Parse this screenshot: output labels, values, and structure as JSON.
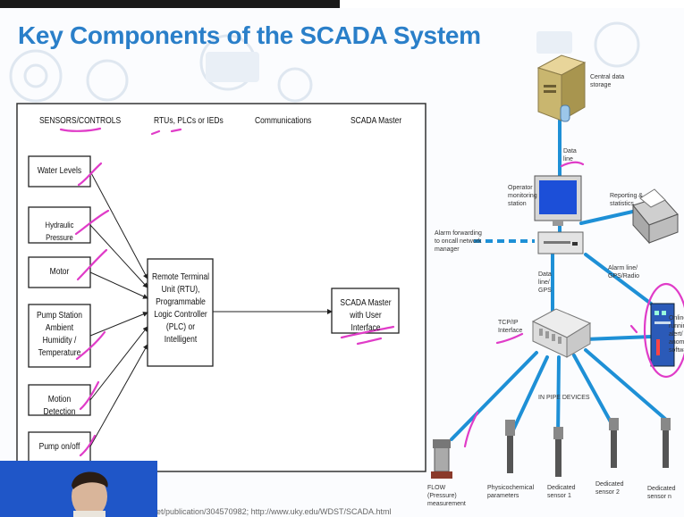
{
  "slide": {
    "title": "Key Components of the SCADA System",
    "footer": "et/publication/304570982; http://www.uky.edu/WDST/SCADA.html"
  },
  "left_diagram": {
    "headers": {
      "sensors": "SENSORS/CONTROLS",
      "rtus": "RTUs, PLCs or IEDs",
      "communications": "Communications",
      "master": "SCADA Master"
    },
    "sensors": [
      {
        "label": "Water Levels"
      },
      {
        "label": "Hydraulic Pressure"
      },
      {
        "label": "Motor"
      },
      {
        "label": "Pump Station Ambient Humidity / Temperature"
      },
      {
        "label": "Motion Detection"
      },
      {
        "label": "Pump on/off"
      }
    ],
    "rtu_box": "Remote Terminal Unit (RTU), Programmable Logic Controller (PLC) or Intelligent",
    "master_box": "SCADA Master with User Interface"
  },
  "right_diagram": {
    "central_storage": "Central data storage",
    "data_line_top": "Data line",
    "operator_station": "Operator monitoring station",
    "reporting": "Reporting & statistics",
    "alarm_forwarding": "Alarm forwarding to oncall network manager",
    "data_line_gps": "Data line/ GPS",
    "alarm_line": "Alarm line/ GPS/Radio",
    "tcpip": "TCP/IP Interface",
    "online": "Online running alert/ anomaly software",
    "in_pipe": "IN PIPE DEVICES",
    "devices": [
      {
        "label": "FLOW (Pressure) measurement"
      },
      {
        "label": "Physicochemical parameters"
      },
      {
        "label": "Dedicated sensor 1"
      },
      {
        "label": "Dedicated sensor 2"
      },
      {
        "label": "Dedicated sensor n"
      }
    ]
  },
  "colors": {
    "title": "#2a7fc9",
    "link": "#1e90d6",
    "annotation": "#e03cc8",
    "webcam": "#1f56c8"
  }
}
